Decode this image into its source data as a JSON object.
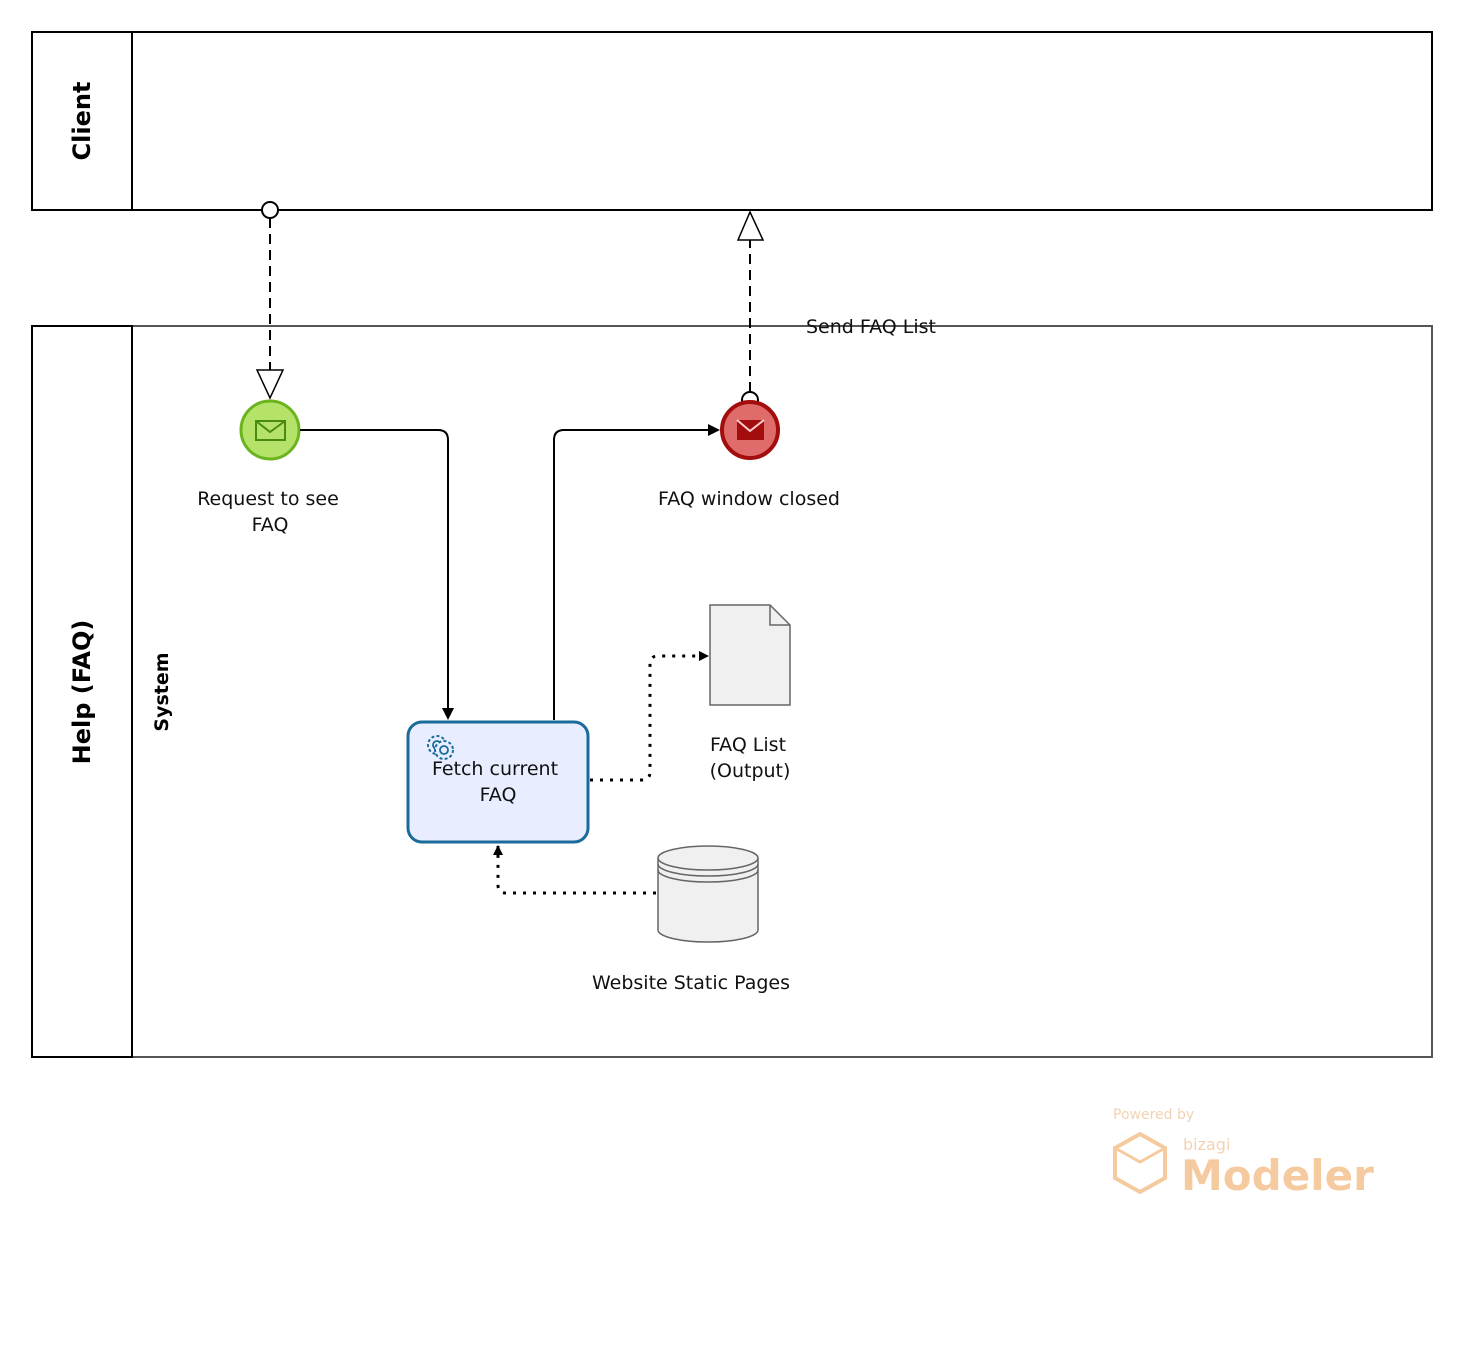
{
  "pools": {
    "client": {
      "title": "Client"
    },
    "help": {
      "title": "Help (FAQ)",
      "lane": "System"
    }
  },
  "events": {
    "start": {
      "label_line1": "Request to see",
      "label_line2": "FAQ",
      "color": "#b5e36a",
      "stroke": "#6bb41f"
    },
    "end": {
      "label": "FAQ window closed",
      "color": "#e06b6b",
      "stroke": "#a30d0d"
    }
  },
  "task": {
    "label_line1": "Fetch current",
    "label_line2": "FAQ",
    "fill": "#e8eeff",
    "stroke": "#1a6a9a",
    "icon": "gear-icon"
  },
  "data_object": {
    "label_line1": "FAQ List",
    "label_line2": "(Output)"
  },
  "data_store": {
    "label": "Website Static Pages"
  },
  "message_flows": {
    "send": {
      "label": "Send FAQ List"
    }
  },
  "watermark": {
    "powered_by": "Powered by",
    "brand": "bizagi",
    "product": "Modeler"
  }
}
